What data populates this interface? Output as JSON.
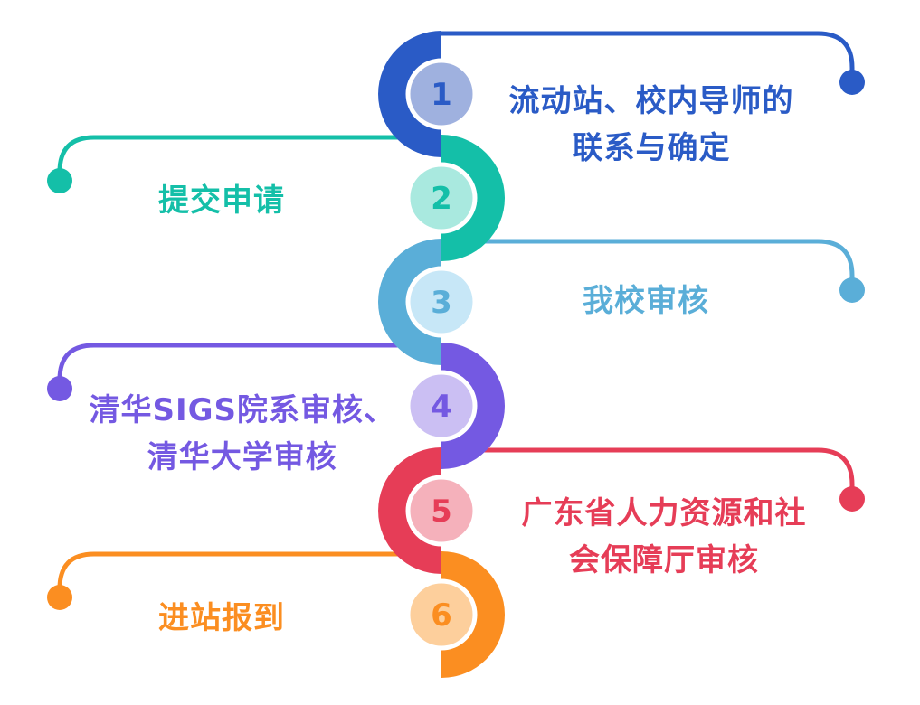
{
  "steps": [
    {
      "number": "1",
      "label": [
        "流动站、校内导师的",
        "联系与确定"
      ],
      "color": "#2a5bc6",
      "light": "#9fb1df",
      "side": "right"
    },
    {
      "number": "2",
      "label": [
        "提交申请"
      ],
      "color": "#14bfa8",
      "light": "#a9e9df",
      "side": "left"
    },
    {
      "number": "3",
      "label": [
        "我校审核"
      ],
      "color": "#5aaed8",
      "light": "#c7e7f7",
      "side": "right"
    },
    {
      "number": "4",
      "label": [
        "清华SIGS院系审核、",
        "清华大学审核"
      ],
      "color": "#7459e2",
      "light": "#cbbff3",
      "side": "left"
    },
    {
      "number": "5",
      "label": [
        "广东省人力资源和社",
        "会保障厅审核"
      ],
      "color": "#e63d57",
      "light": "#f5b1bb",
      "side": "right"
    },
    {
      "number": "6",
      "label": [
        "进站报到"
      ],
      "color": "#fb8e21",
      "light": "#fdcf9c",
      "side": "left"
    }
  ]
}
